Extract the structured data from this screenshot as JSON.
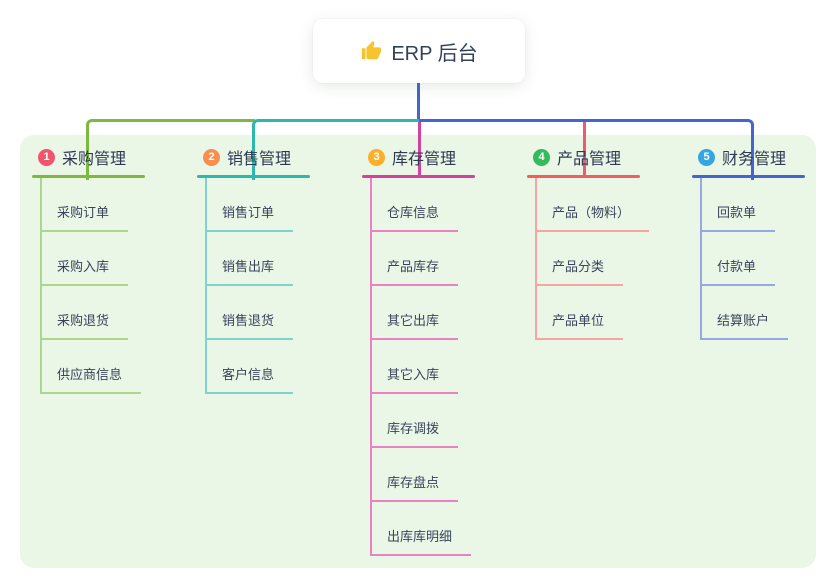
{
  "root": {
    "icon": "thumbs-up",
    "label": "ERP 后台"
  },
  "panel": {
    "bg": "#eaf6e6"
  },
  "connectors": {
    "root_stem": "#4365d2",
    "branch1": "#7cb93e",
    "branch2": "#2cb8ac",
    "branch3": "#d4419e",
    "branch4": "#ee5b6c",
    "branch5": "#4365d2"
  },
  "branches": [
    {
      "num": "1",
      "label": "采购管理",
      "badge_color": "#f0566b",
      "line_color": "#7cb93e",
      "child_line_color": "#abd68c",
      "children": [
        "采购订单",
        "采购入库",
        "采购退货",
        "供应商信息"
      ]
    },
    {
      "num": "2",
      "label": "销售管理",
      "badge_color": "#fb8e4e",
      "line_color": "#2cb8ac",
      "child_line_color": "#7ed4cb",
      "children": [
        "销售订单",
        "销售出库",
        "销售退货",
        "客户信息"
      ]
    },
    {
      "num": "3",
      "label": "库存管理",
      "badge_color": "#fbaf2a",
      "line_color": "#d4419e",
      "child_line_color": "#e882c3",
      "children": [
        "仓库信息",
        "产品库存",
        "其它出库",
        "其它入库",
        "库存调拨",
        "库存盘点",
        "出库库明细"
      ]
    },
    {
      "num": "4",
      "label": "产品管理",
      "badge_color": "#35ba5d",
      "line_color": "#f25e5e",
      "child_line_color": "#f7a3a3",
      "children": [
        "产品（物料）",
        "产品分类",
        "产品单位"
      ]
    },
    {
      "num": "5",
      "label": "财务管理",
      "badge_color": "#36a6e0",
      "line_color": "#4365d2",
      "child_line_color": "#93a9e0",
      "children": [
        "回款单",
        "付款单",
        "结算账户"
      ]
    }
  ]
}
